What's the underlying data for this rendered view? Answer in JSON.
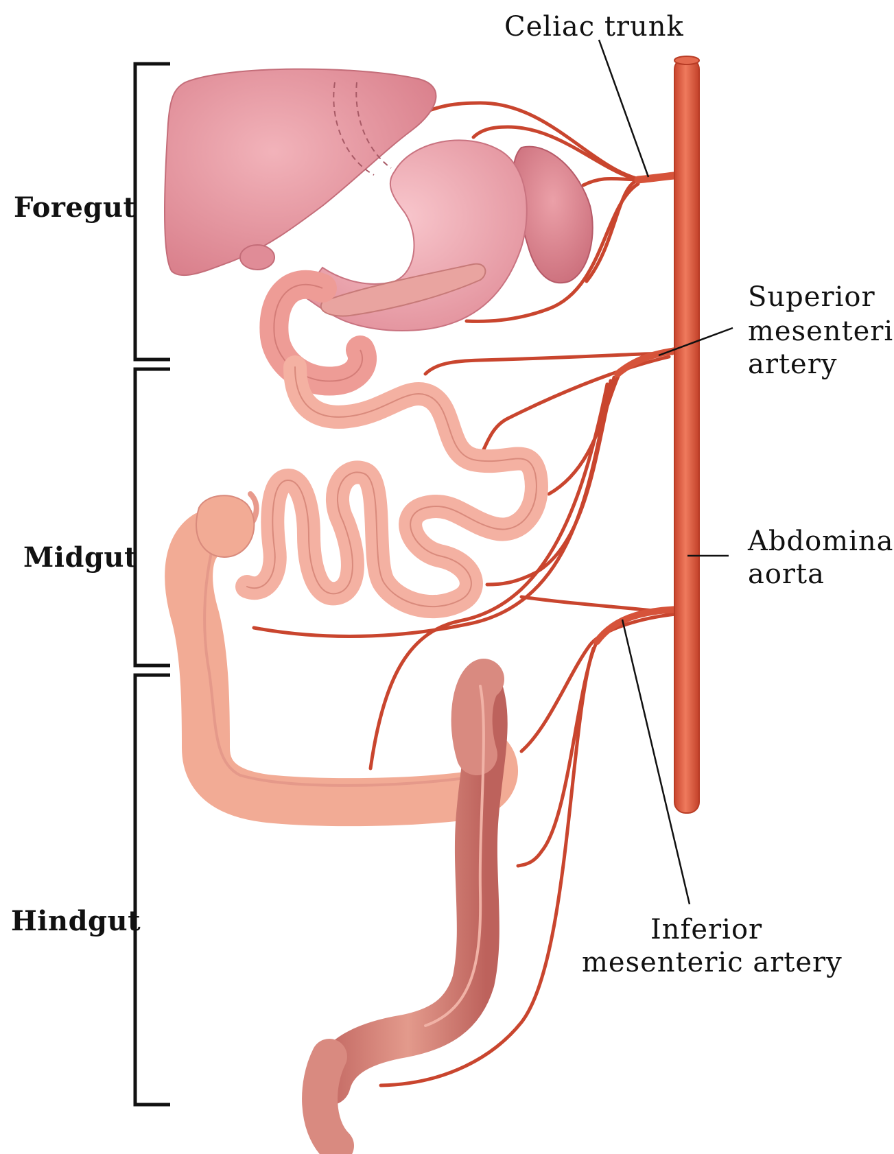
{
  "diagram": {
    "regions": {
      "foregut": "Foregut",
      "midgut": "Midgut",
      "hindgut": "Hindgut"
    },
    "labels": {
      "celiac": "Celiac trunk",
      "sma_1": "Superior",
      "sma_2": "mesenteric",
      "sma_3": "artery",
      "aorta_1": "Abdominal",
      "aorta_2": "aorta",
      "ima_1": "Inferior",
      "ima_2": "mesenteric artery"
    },
    "colors": {
      "aorta": "#e15f43",
      "artery": "#c9452e",
      "liver": "#e89aa3",
      "stomach": "#f0a7b0",
      "small_intestine": "#f3ad9c",
      "large_intestine": "#eea08c",
      "hindgut": "#d9837a"
    }
  }
}
